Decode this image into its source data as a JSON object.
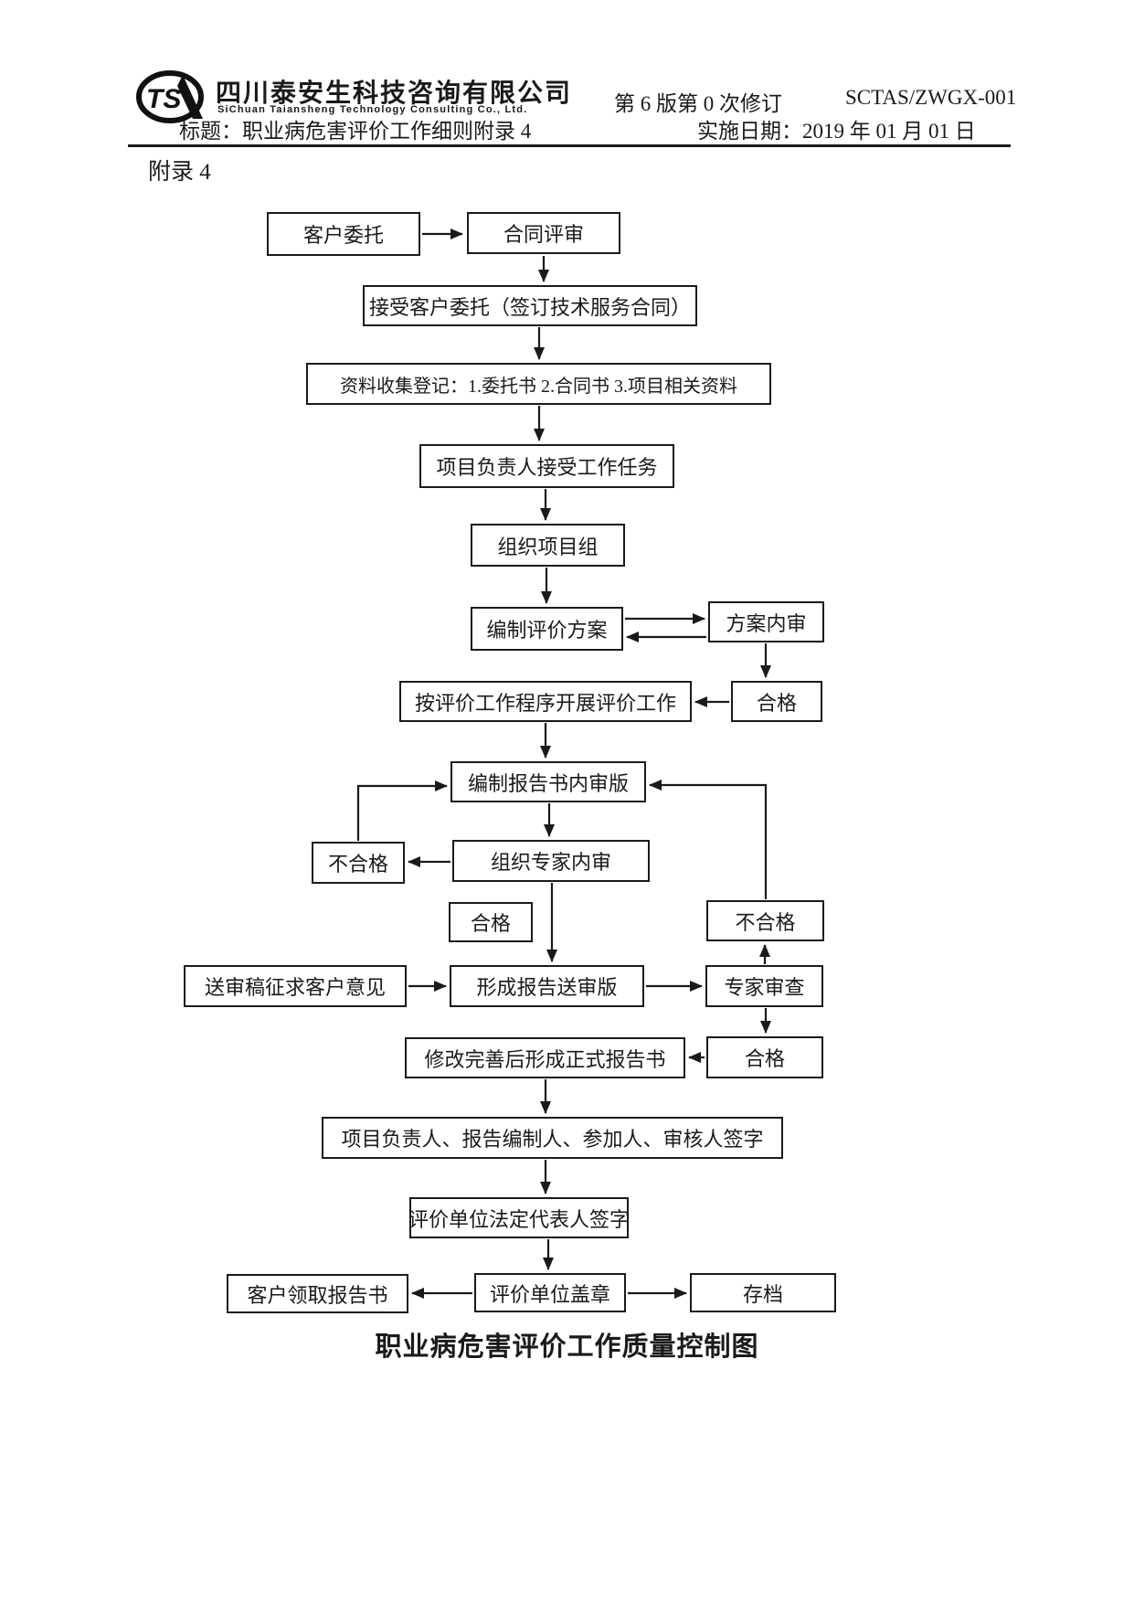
{
  "colors": {
    "ink": "#1a1a1a"
  },
  "header": {
    "logo_monogram": "TS",
    "company_name_cn": "四川泰安生科技咨询有限公司",
    "company_name_en": "SiChuan Taiansheng Technology Consulting Co., Ltd.",
    "version": "第 6 版第 0 次修订",
    "doc_code": "SCTAS/ZWGX-001",
    "title_label": "标题：职业病危害评价工作细则附录 4",
    "date_label": "实施日期：2019 年 01 月 01 日"
  },
  "appendix_label": "附录 4",
  "flowchart": {
    "boxes": [
      {
        "id": "customer-entrust",
        "label": "客户委托"
      },
      {
        "id": "contract-review",
        "label": "合同评审"
      },
      {
        "id": "accept-entrust",
        "label": "接受客户委托（签订技术服务合同）"
      },
      {
        "id": "data-collection",
        "label": "资料收集登记：1.委托书 2.合同书 3.项目相关资料"
      },
      {
        "id": "leader-accept-task",
        "label": "项目负责人接受工作任务"
      },
      {
        "id": "organize-team",
        "label": "组织项目组"
      },
      {
        "id": "compile-plan",
        "label": "编制评价方案"
      },
      {
        "id": "plan-internal-review",
        "label": "方案内审"
      },
      {
        "id": "qualified-1",
        "label": "合格"
      },
      {
        "id": "carry-out-evaluation",
        "label": "按评价工作程序开展评价工作"
      },
      {
        "id": "internal-draft",
        "label": "编制报告书内审版"
      },
      {
        "id": "expert-internal-review",
        "label": "组织专家内审"
      },
      {
        "id": "unqualified-left",
        "label": "不合格"
      },
      {
        "id": "qualified-2",
        "label": "合格"
      },
      {
        "id": "unqualified-right",
        "label": "不合格"
      },
      {
        "id": "solicit-client-opinion",
        "label": "送审稿征求客户意见"
      },
      {
        "id": "submission-draft",
        "label": "形成报告送审版"
      },
      {
        "id": "expert-review",
        "label": "专家审查"
      },
      {
        "id": "official-report",
        "label": "修改完善后形成正式报告书"
      },
      {
        "id": "qualified-3",
        "label": "合格"
      },
      {
        "id": "signatures",
        "label": "项目负责人、报告编制人、参加人、审核人签字"
      },
      {
        "id": "legal-rep-signature",
        "label": "评价单位法定代表人签字"
      },
      {
        "id": "client-receive-report",
        "label": "客户领取报告书"
      },
      {
        "id": "unit-stamp",
        "label": "评价单位盖章"
      },
      {
        "id": "archive",
        "label": "存档"
      }
    ],
    "caption": "职业病危害评价工作质量控制图"
  }
}
